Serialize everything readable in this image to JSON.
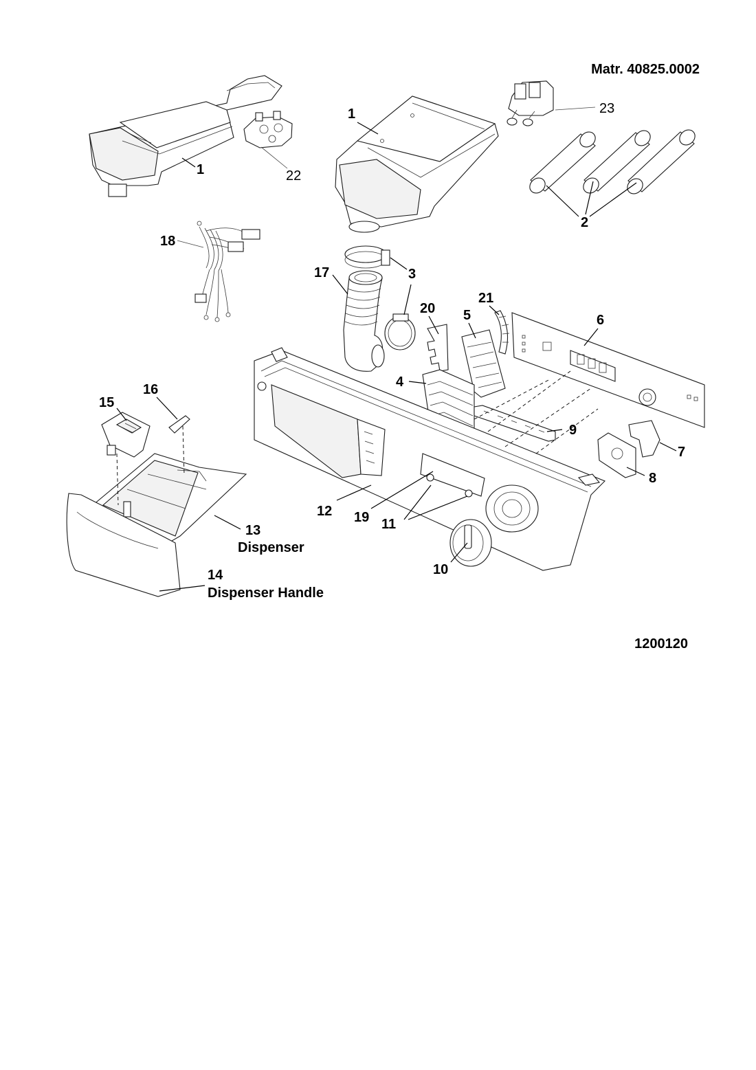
{
  "header": {
    "material_number": "Matr. 40825.0002"
  },
  "footer": {
    "drawing_number": "1200120"
  },
  "callouts": {
    "p1a": "1",
    "p1b": "1",
    "p2": "2",
    "p3a": "3",
    "p4": "4",
    "p5": "5",
    "p6": "6",
    "p7": "7",
    "p8": "8",
    "p9": "9",
    "p10": "10",
    "p11": "11",
    "p12": "12",
    "p13": "13",
    "p13_text": "Dispenser",
    "p14": "14",
    "p14_text": "Dispenser Handle",
    "p15": "15",
    "p16": "16",
    "p17": "17",
    "p18": "18",
    "p19": "19",
    "p20": "20",
    "p21": "21",
    "p22": "22",
    "p23": "23"
  }
}
